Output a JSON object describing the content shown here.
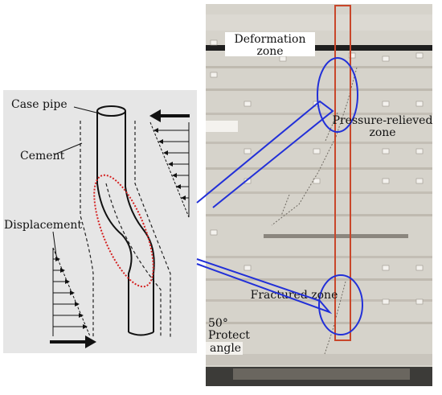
{
  "labels": {
    "case_pipe": "Case pipe",
    "cement": "Cement",
    "displacement": "Displacement",
    "deformation_1": "Deformation",
    "deformation_2": "zone",
    "pressure_1": "Pressure-relieved",
    "pressure_2": "zone",
    "fractured": "Fractured zone",
    "angle_value": "50°",
    "protect_1": "Protect",
    "protect_2": "angle"
  },
  "colors": {
    "panel_bg": "#e6e6e6",
    "photo_bg": "#d6d3cb",
    "pipe_outline": "#111111",
    "ellipse_red": "#d42020",
    "callout_blue": "#2230d8",
    "borehole_red": "#c8462a",
    "arrow": "#111111"
  },
  "icons": {
    "left_arrow": "arrow-left-icon",
    "right_arrow": "arrow-right-icon"
  }
}
